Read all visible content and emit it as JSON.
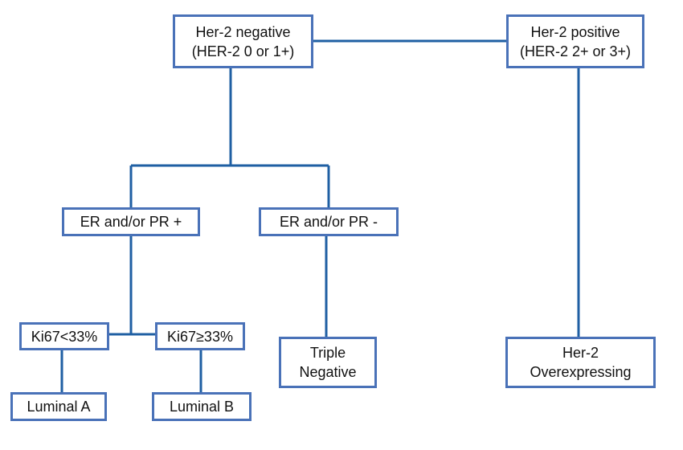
{
  "colors": {
    "line": "#1f5fa3",
    "box_border": "#4a72b8",
    "text": "#111111"
  },
  "nodes": {
    "her2_negative": "Her-2 negative\n(HER-2 0 or 1+)",
    "her2_positive": "Her-2 positive\n(HER-2 2+ or 3+)",
    "er_pr_positive": "ER and/or PR +",
    "er_pr_negative": "ER and/or PR -",
    "ki67_low": "Ki67<33%",
    "ki67_high": "Ki67≥33%",
    "triple_negative": "Triple\nNegative",
    "her2_overexpressing": "Her-2\nOverexpressing",
    "luminal_a": "Luminal A",
    "luminal_b": "Luminal B"
  }
}
